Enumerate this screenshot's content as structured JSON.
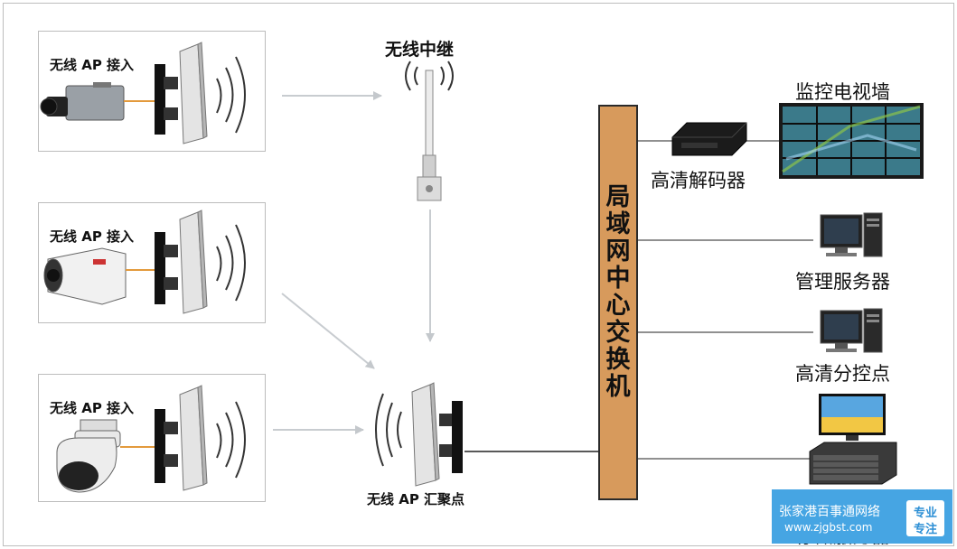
{
  "ap_boxes": [
    {
      "label": "无线 AP 接入"
    },
    {
      "label": "无线 AP 接入"
    },
    {
      "label": "无线 AP 接入"
    }
  ],
  "relay_label": "无线中继",
  "aggregation_label": "无线 AP 汇聚点",
  "switch_label": "局域网中心交换机",
  "devices": {
    "decoder_label": "高清解码器",
    "video_wall_label": "监控电视墙",
    "server_label": "管理服务器",
    "sub_control_label": "高清分控点",
    "storage_label": "存储服务器"
  },
  "watermark": {
    "company": "张家港百事通网络",
    "url": "www.zjgbst.com",
    "badge_line1": "专业",
    "badge_line2": "专注"
  },
  "colors": {
    "switch_fill": "#d79a5c",
    "arrow": "#c8ccd0",
    "cable": "#e39a3c",
    "watermark_bg": "#46a5e3"
  },
  "icons": [
    "box-camera-icon",
    "bullet-camera-icon",
    "dome-camera-icon",
    "panel-antenna-icon",
    "omni-antenna-icon",
    "decoder-icon",
    "video-wall-icon",
    "computer-icon",
    "monitor-icon",
    "storage-server-icon"
  ]
}
